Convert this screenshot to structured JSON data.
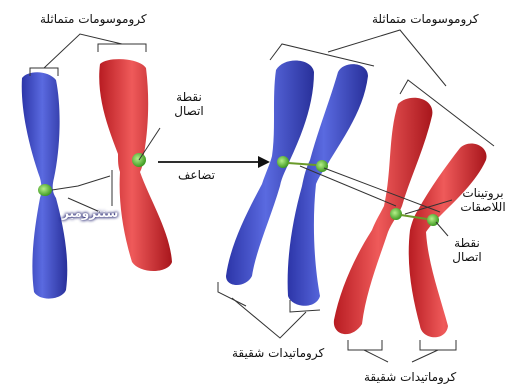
{
  "labels": {
    "homologous_left": "كروموسومات متماثلة",
    "homologous_right": "كروموسومات متماثلة",
    "attachment_point_top_line1": "نقطة",
    "attachment_point_top_line2": "اتصال",
    "centromere": "سنترومير",
    "duplication": "تضاعف",
    "cohesion_proteins_line1": "بروتينات",
    "cohesion_proteins_line2": "اللاصقات",
    "attachment_point_right_line1": "نقطة",
    "attachment_point_right_line2": "اتصال",
    "sister_chromatids_blue": "كروماتيدات شقيقة",
    "sister_chromatids_red": "كروماتيدات شقيقة"
  },
  "colors": {
    "blue_chromosome": "#3b49c9",
    "blue_highlight": "#7f8ff0",
    "red_chromosome": "#d82a30",
    "red_highlight": "#f47a78",
    "centromere_green": "#5fc23a",
    "line": "#333333"
  }
}
